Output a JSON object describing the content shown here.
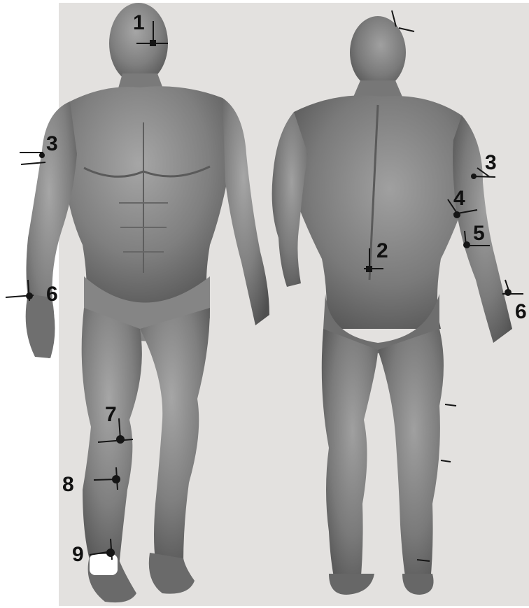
{
  "colors": {
    "background": "#e3e1df",
    "body_light": "#9b9b9b",
    "body_dark": "#4a4a4a",
    "marker": "#151515",
    "sensor_patch": "#ffffff"
  },
  "figures": {
    "front": {
      "view": "front"
    },
    "back": {
      "view": "back"
    }
  },
  "markers": [
    {
      "id": "m1",
      "label": "1"
    },
    {
      "id": "m2",
      "label": "2"
    },
    {
      "id": "m3-front",
      "label": "3"
    },
    {
      "id": "m3-back",
      "label": "3"
    },
    {
      "id": "m4",
      "label": "4"
    },
    {
      "id": "m5",
      "label": "5"
    },
    {
      "id": "m6-front",
      "label": "6"
    },
    {
      "id": "m6-back",
      "label": "6"
    },
    {
      "id": "m7",
      "label": "7"
    },
    {
      "id": "m8",
      "label": "8"
    },
    {
      "id": "m9",
      "label": "9"
    }
  ]
}
